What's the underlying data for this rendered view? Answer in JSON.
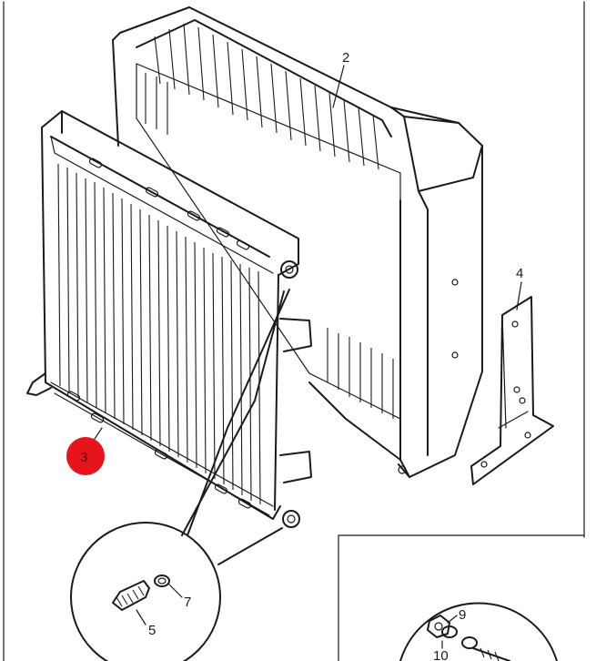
{
  "callouts": [
    {
      "id": "2",
      "label": "2"
    },
    {
      "id": "3",
      "label": "3"
    },
    {
      "id": "4",
      "label": "4"
    },
    {
      "id": "5",
      "label": "5"
    },
    {
      "id": "7",
      "label": "7"
    },
    {
      "id": "9",
      "label": "9"
    },
    {
      "id": "10",
      "label": "10"
    }
  ],
  "colors": {
    "line": "#1b1b1b",
    "highlight_badge": "#e8141b",
    "background": "#ffffff"
  },
  "icons": [
    "radiator-icon",
    "oil-cooler-icon",
    "bracket-icon",
    "drain-fitting-icon",
    "washer-icon",
    "bolt-icon"
  ]
}
